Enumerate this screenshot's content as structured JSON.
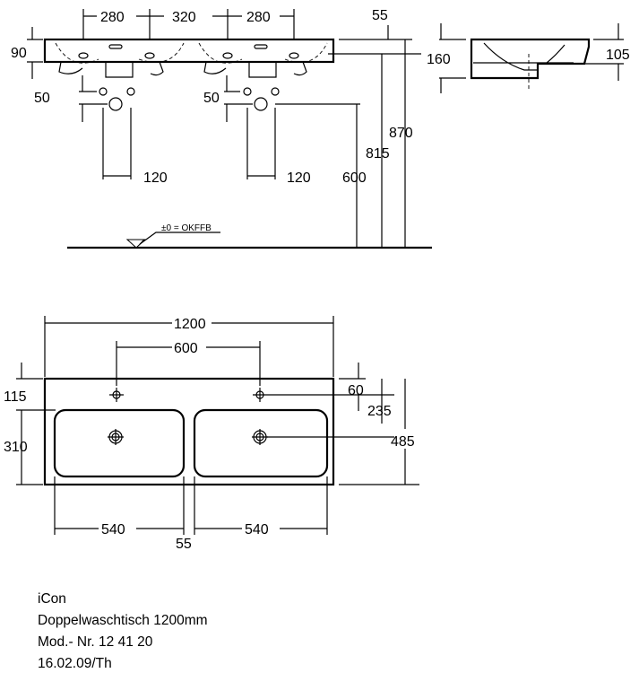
{
  "front_view": {
    "dims": {
      "d280a": "280",
      "d320": "320",
      "d280b": "280",
      "d55": "55",
      "d90": "90",
      "d50a": "50",
      "d50b": "50",
      "d120a": "120",
      "d120b": "120",
      "d600": "600",
      "d815": "815",
      "d870": "870"
    },
    "floor_label": "±0 = OKFFB"
  },
  "side_view": {
    "dims": {
      "d160": "160",
      "d105": "105"
    }
  },
  "top_view": {
    "dims": {
      "d1200": "1200",
      "d600": "600",
      "d115": "115",
      "d310": "310",
      "d60": "60",
      "d235": "235",
      "d485": "485",
      "d540a": "540",
      "d55": "55",
      "d540b": "540"
    }
  },
  "caption": {
    "line1": "iCon",
    "line2": "Doppelwaschtisch 1200mm",
    "line3": "Mod.- Nr. 12 41 20",
    "line4": "16.02.09/Th"
  }
}
